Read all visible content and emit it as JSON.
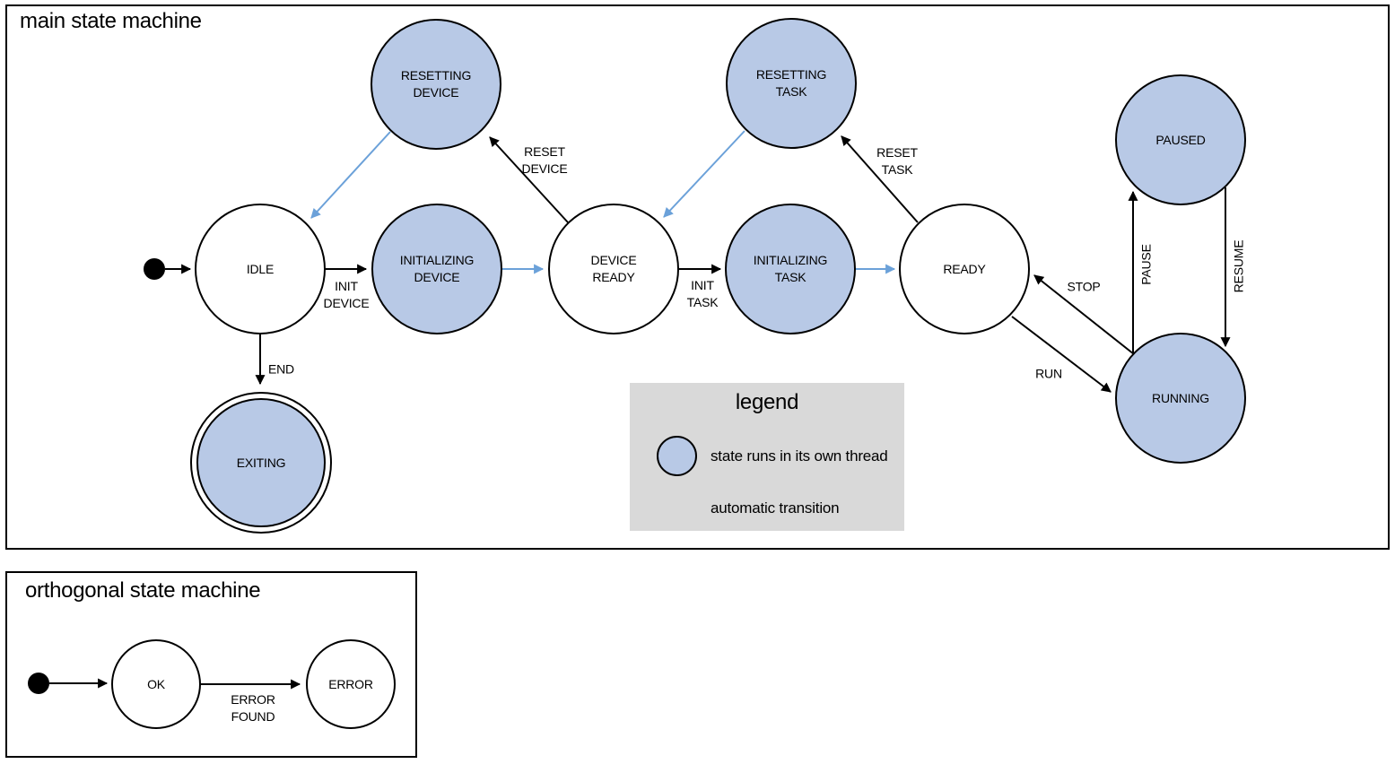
{
  "colors": {
    "state_fill": "#b8c9e6",
    "auto_arrow": "#6ba1d9",
    "legend_bg": "#d9d9d9",
    "stroke": "#000000"
  },
  "main_machine": {
    "title": "main state machine",
    "states": [
      {
        "id": "idle",
        "label": "IDLE",
        "threaded": false
      },
      {
        "id": "resetting-device",
        "label": "RESETTING\nDEVICE",
        "threaded": true
      },
      {
        "id": "initializing-device",
        "label": "INITIALIZING\nDEVICE",
        "threaded": true
      },
      {
        "id": "device-ready",
        "label": "DEVICE\nREADY",
        "threaded": false
      },
      {
        "id": "resetting-task",
        "label": "RESETTING\nTASK",
        "threaded": true
      },
      {
        "id": "initializing-task",
        "label": "INITIALIZING\nTASK",
        "threaded": true
      },
      {
        "id": "ready",
        "label": "READY",
        "threaded": false
      },
      {
        "id": "paused",
        "label": "PAUSED",
        "threaded": true
      },
      {
        "id": "running",
        "label": "RUNNING",
        "threaded": true
      },
      {
        "id": "exiting",
        "label": "EXITING",
        "threaded": true,
        "final": true
      }
    ],
    "transitions": {
      "init_device": "INIT\nDEVICE",
      "reset_device": "RESET\nDEVICE",
      "init_task": "INIT\nTASK",
      "reset_task": "RESET\nTASK",
      "run": "RUN",
      "stop": "STOP",
      "pause": "PAUSE",
      "resume": "RESUME",
      "end": "END"
    }
  },
  "legend": {
    "title": "legend",
    "thread_item": "state runs in its own thread",
    "auto_item": "automatic transition"
  },
  "orthogonal_machine": {
    "title": "orthogonal state machine",
    "states": [
      {
        "id": "ok",
        "label": "OK"
      },
      {
        "id": "error",
        "label": "ERROR"
      }
    ],
    "transitions": {
      "error_found": "ERROR\nFOUND"
    }
  }
}
